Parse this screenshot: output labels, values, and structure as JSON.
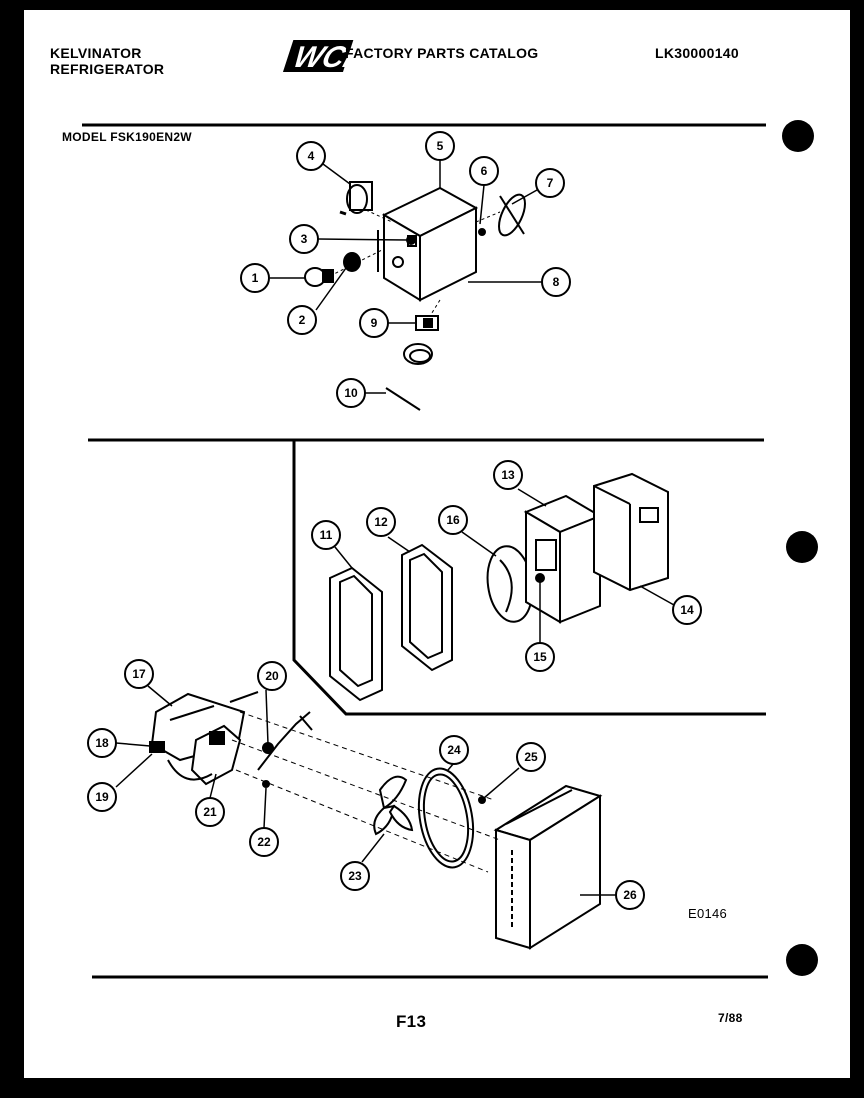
{
  "header": {
    "brand_line1": "KELVINATOR",
    "brand_line2": "REFRIGERATOR",
    "logo_text": "WCI",
    "catalog_title": "FACTORY PARTS CATALOG",
    "catalog_number": "LK30000140"
  },
  "model_label": "MODEL FSK190EN2W",
  "diagram_id": "E0146",
  "page_number": "F13",
  "date": "7/88",
  "callouts": [
    "1",
    "2",
    "3",
    "4",
    "5",
    "6",
    "7",
    "8",
    "9",
    "10",
    "11",
    "12",
    "13",
    "14",
    "15",
    "16",
    "17",
    "18",
    "19",
    "20",
    "21",
    "22",
    "23",
    "24",
    "25",
    "26"
  ]
}
